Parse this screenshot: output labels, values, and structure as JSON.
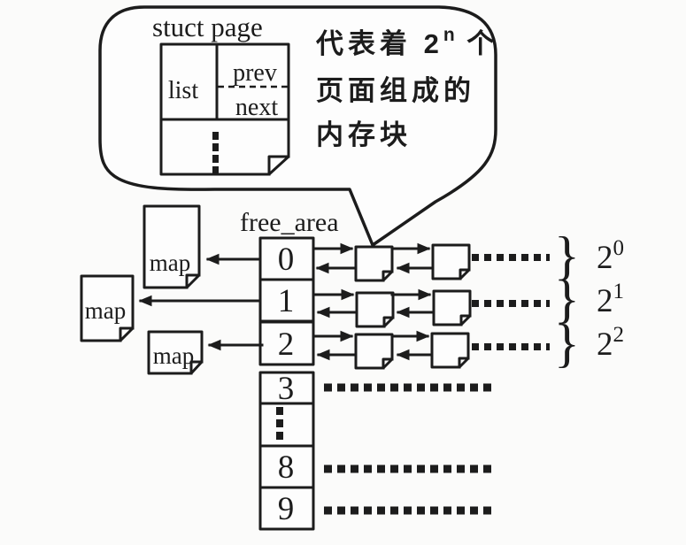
{
  "colors": {
    "ink": "#1c1c1c",
    "paper": "#fbfbfa"
  },
  "callout": {
    "title": "stuct page",
    "struct_box": {
      "list": "list",
      "prev": "prev",
      "next": "next"
    },
    "note": {
      "l1_pre": "代表着 2",
      "l1_sup": "n",
      "l1_post": " 个",
      "l2": "页面组成的",
      "l3": "内存块"
    }
  },
  "free_area": {
    "label": "free_area",
    "cells": [
      "0",
      "1",
      "2",
      "3",
      "⋮",
      "8",
      "9"
    ]
  },
  "maps": {
    "labels": [
      "map",
      "map",
      "map"
    ]
  },
  "orders": {
    "brace": "}",
    "labels": [
      {
        "base": "2",
        "sup": "0"
      },
      {
        "base": "2",
        "sup": "1"
      },
      {
        "base": "2",
        "sup": "2"
      }
    ]
  }
}
